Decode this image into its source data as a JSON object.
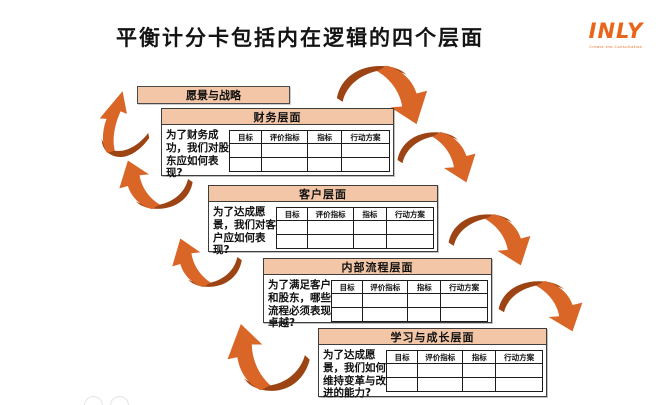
{
  "slide_title": "平衡计分卡包括内在逻辑的四个层面",
  "logo": {
    "text": "INLY",
    "tagline": "Create the Consultation"
  },
  "vision_box": {
    "label": "愿景与战略"
  },
  "sections": [
    {
      "header": "财务层面",
      "question": "为了财务成功，我们对股东应如何表现?",
      "columns": [
        "目标",
        "评价指标",
        "指标",
        "行动方案"
      ],
      "empty_rows": 2
    },
    {
      "header": "客户层面",
      "question": "为了达成愿景，我们对客户应如何表现?",
      "columns": [
        "目标",
        "评价指标",
        "指标",
        "行动方案"
      ],
      "empty_rows": 2
    },
    {
      "header": "内部流程层面",
      "question": "为了满足客户和股东，哪些流程必须表现卓越?",
      "columns": [
        "目标",
        "评价指标",
        "指标",
        "行动方案"
      ],
      "empty_rows": 2
    },
    {
      "header": "学习与成长层面",
      "question": "为了达成愿景，我们如何维持变革与改进的能力?",
      "columns": [
        "目标",
        "评价指标",
        "指标",
        "行动方案"
      ],
      "empty_rows": 2
    }
  ],
  "arrows": {
    "down_cascade_count": 4,
    "up_cascade_count": 4
  },
  "colors": {
    "peach": "#F2C6A7",
    "arrow_light": "#D96627",
    "arrow_dark": "#9D4414",
    "logo_orange": "#E8661C",
    "border_dark": "#3D3D3D"
  }
}
